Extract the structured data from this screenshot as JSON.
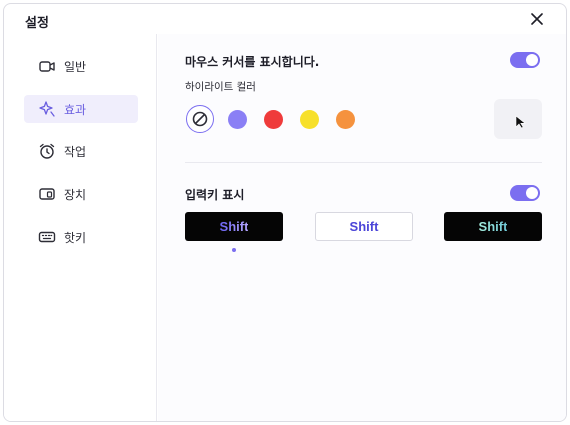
{
  "window": {
    "title": "설정"
  },
  "sidebar": {
    "items": [
      {
        "label": "일반",
        "icon": "camera-icon",
        "active": false
      },
      {
        "label": "효과",
        "icon": "sparkle-icon",
        "active": true
      },
      {
        "label": "작업",
        "icon": "alarm-clock-icon",
        "active": false
      },
      {
        "label": "장치",
        "icon": "device-icon",
        "active": false
      },
      {
        "label": "핫키",
        "icon": "keyboard-icon",
        "active": false
      }
    ]
  },
  "effects": {
    "show_cursor": {
      "label": "마우스 커서를 표시합니다.",
      "enabled": true
    },
    "highlight": {
      "label": "하이라이트 컬러",
      "colors": [
        "none",
        "#8a7ff5",
        "#ef3b3b",
        "#f7e02b",
        "#f5923e"
      ],
      "selected": "none"
    },
    "show_keys": {
      "label": "입력키 표시",
      "enabled": true
    },
    "key_styles": [
      {
        "text": "Shift",
        "style": "dark-gradient",
        "selected": true
      },
      {
        "text": "Shift",
        "style": "light",
        "selected": false
      },
      {
        "text": "Shift",
        "style": "dark-teal",
        "selected": false
      }
    ]
  },
  "theme": {
    "accent": "#7b6ef0"
  }
}
